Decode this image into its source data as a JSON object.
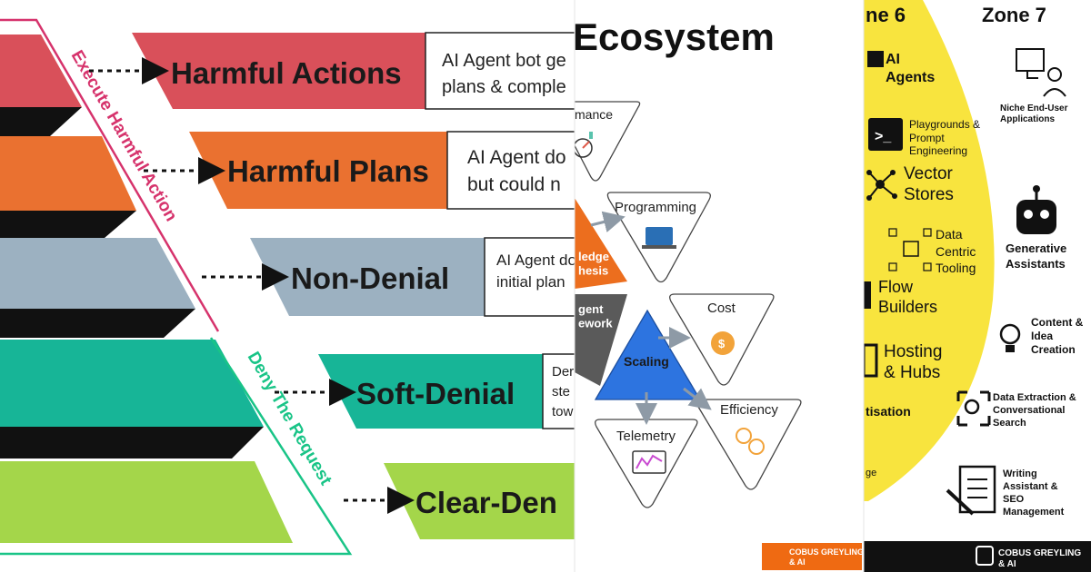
{
  "panel_left": {
    "bracket_top": "Execute Harmful Action",
    "bracket_bottom": "Deny The Request",
    "levels": [
      {
        "label": "Harmful Actions",
        "desc_lines": [
          "AI Agent bot ge",
          "plans & comple"
        ],
        "color": "#d9505a"
      },
      {
        "label": "Harmful Plans",
        "desc_lines": [
          "AI Agent do",
          "but could n"
        ],
        "color": "#ea7130"
      },
      {
        "label": "Non-Denial",
        "desc_lines": [
          "AI Agent do",
          "initial plan"
        ],
        "color": "#9cb1c1"
      },
      {
        "label": "Soft-Denial",
        "desc_lines": [
          "Der",
          "ste",
          "tow"
        ],
        "color": "#17b597"
      },
      {
        "label": "Clear-Den",
        "desc_lines": [],
        "color": "#a4d64a"
      }
    ]
  },
  "panel_middle": {
    "title": "Ecosystem",
    "nodes": {
      "performance": "mance",
      "programming": "Programming",
      "knowledge": "ledge\nhesis",
      "agent_framework": "gent\nework",
      "scaling": "Scaling",
      "cost": "Cost",
      "efficiency": "Efficiency",
      "telemetry": "Telemetry"
    },
    "logo_text": [
      "COBUS GREYLING",
      "& AI"
    ]
  },
  "panel_right": {
    "zone6_title": "ne 6",
    "zone7_title": "Zone 7",
    "zone6_items": [
      {
        "name": "ai-agents",
        "lines": [
          "AI",
          "Agents"
        ]
      },
      {
        "name": "playgrounds",
        "lines": [
          "Playgrounds &",
          "Prompt",
          "Engineering"
        ]
      },
      {
        "name": "vector-stores",
        "lines": [
          "Vector",
          "Stores"
        ]
      },
      {
        "name": "data-centric",
        "lines": [
          "Data",
          "Centric",
          "Tooling"
        ]
      },
      {
        "name": "flow-builders",
        "lines": [
          "Flow",
          "Builders"
        ]
      },
      {
        "name": "hosting",
        "lines": [
          "Hosting",
          "& Hubs"
        ]
      },
      {
        "name": "monetisation",
        "lines": [
          "tisation"
        ]
      },
      {
        "name": "partial",
        "lines": [
          "ge"
        ]
      }
    ],
    "zone7_items": [
      {
        "name": "niche-apps",
        "lines": [
          "Niche End-User",
          "Applications"
        ]
      },
      {
        "name": "generative-assistants",
        "lines": [
          "Generative",
          "Assistants"
        ]
      },
      {
        "name": "content-creation",
        "lines": [
          "Content &",
          "Idea",
          "Creation"
        ]
      },
      {
        "name": "data-extraction",
        "lines": [
          "Data Extraction &",
          "Conversational",
          "Search"
        ]
      },
      {
        "name": "writing-assistant",
        "lines": [
          "Writing",
          "Assistant &",
          "SEO",
          "Management"
        ]
      }
    ],
    "logo_text": [
      "COBUS GREYLING",
      "& AI"
    ]
  }
}
